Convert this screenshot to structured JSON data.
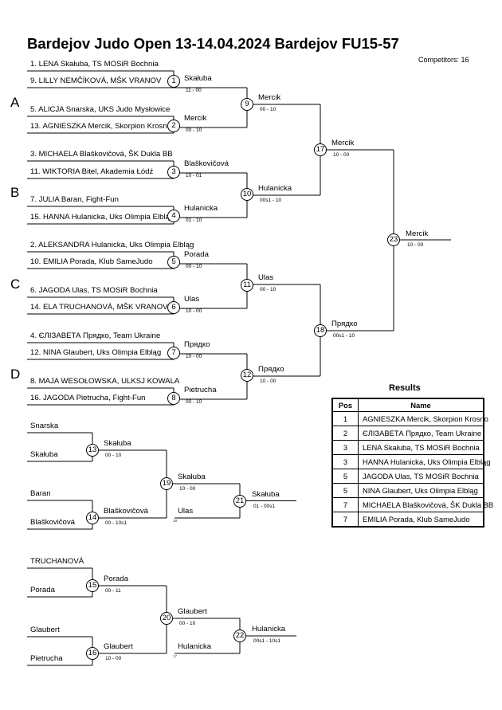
{
  "header": {
    "title": "Bardejov Judo Open  13-14.04.2024  Bardejov   FU15-57",
    "competitors": "Competitors: 16"
  },
  "pools": [
    "A",
    "B",
    "C",
    "D"
  ],
  "entrants": [
    "1. LENA Skałuba, TS MOSiR Bochnia",
    "9. LILLY NEMČÍKOVÁ, MŠK VRANOV",
    "5. ALICJA Snarska, UKS Judo Mysłowice",
    "13. AGNIESZKA Mercik, Skorpion Krosno",
    "3. MICHAELA Blaškovičová, ŠK Dukla BB",
    "11. WIKTORIA Bitel, Akademia Łódź",
    "7. JULIA Baran, Fight-Fun",
    "15. HANNA Hulanicka, Uks Olimpia Elbląg",
    "2. ALEKSANDRA Hulanicka, Uks Olimpia Elbląg",
    "10. EMILIA Porada, Klub SameJudo",
    "6. JAGODA Ulas, TS MOSiR Bochnia",
    "14. ELA TRUCHANOVÁ, MŠK VRANOV",
    "4. ЄЛІЗАВЕТА Прядко, Team Ukraine",
    "12. NINA Glaubert, Uks Olimpia Elbląg",
    "8. MAJA WESOŁOWSKA, ULKSJ KOWALA",
    "16. JAGODA Pietrucha, Fight-Fun"
  ],
  "matches": [
    {
      "no": "1",
      "winner": "Skałuba",
      "score": "11 - 00"
    },
    {
      "no": "2",
      "winner": "Mercik",
      "score": "00 - 10"
    },
    {
      "no": "3",
      "winner": "Blaškovičová",
      "score": "10 - 01"
    },
    {
      "no": "4",
      "winner": "Hulanicka",
      "score": "01 - 10"
    },
    {
      "no": "5",
      "winner": "Porada",
      "score": "00 - 10"
    },
    {
      "no": "6",
      "winner": "Ulas",
      "score": "10 - 00"
    },
    {
      "no": "7",
      "winner": "Прядко",
      "score": "10 - 00"
    },
    {
      "no": "8",
      "winner": "Pietrucha",
      "score": "00 - 10"
    },
    {
      "no": "9",
      "winner": "Mercik",
      "score": "00 - 10"
    },
    {
      "no": "10",
      "winner": "Hulanicka",
      "score": "00s1 - 10"
    },
    {
      "no": "11",
      "winner": "Ulas",
      "score": "00 - 10"
    },
    {
      "no": "12",
      "winner": "Прядко",
      "score": "10 - 00"
    },
    {
      "no": "17",
      "winner": "Mercik",
      "score": "10 - 00"
    },
    {
      "no": "18",
      "winner": "Прядко",
      "score": "00s1 - 10"
    },
    {
      "no": "23",
      "winner": "Mercik",
      "score": "10 - 00"
    }
  ],
  "repechage": {
    "entrants": [
      "Snarska",
      "Skałuba",
      "Baran",
      "Blaškovičová",
      "TRUCHANOVÁ",
      "Porada",
      "Glaubert",
      "Pietrucha"
    ],
    "seeded": [
      "Ulas",
      "Hulanicka"
    ],
    "seed_marks": [
      "18",
      "17"
    ],
    "matches": [
      {
        "no": "13",
        "winner": "Skałuba",
        "score": "00 - 10"
      },
      {
        "no": "14",
        "winner": "Blaškovičová",
        "score": "00 - 10s1"
      },
      {
        "no": "15",
        "winner": "Porada",
        "score": "00 - 11"
      },
      {
        "no": "16",
        "winner": "Glaubert",
        "score": "10 - 00"
      },
      {
        "no": "19",
        "winner": "Skałuba",
        "score": "10 - 00"
      },
      {
        "no": "20",
        "winner": "Glaubert",
        "score": "00 - 10"
      },
      {
        "no": "21",
        "winner": "Skałuba",
        "score": "01 - 00s1"
      },
      {
        "no": "22",
        "winner": "Hulanicka",
        "score": "00s1 - 10s1"
      }
    ]
  },
  "results": {
    "title": "Results",
    "headers": [
      "Pos",
      "Name"
    ],
    "rows": [
      {
        "pos": "1",
        "name": "AGNIESZKA Mercik, Skorpion Krosno"
      },
      {
        "pos": "2",
        "name": "ЄЛІЗАВЕТА Прядко, Team Ukraine"
      },
      {
        "pos": "3",
        "name": "LENA Skałuba, TS MOSiR Bochnia"
      },
      {
        "pos": "3",
        "name": "HANNA Hulanicka, Uks Olimpia Elbląg"
      },
      {
        "pos": "5",
        "name": "JAGODA Ulas, TS MOSiR Bochnia"
      },
      {
        "pos": "5",
        "name": "NINA Glaubert, Uks Olimpia Elbląg"
      },
      {
        "pos": "7",
        "name": "MICHAELA Blaškovičová, ŠK Dukla BB"
      },
      {
        "pos": "7",
        "name": "EMILIA Porada, Klub SameJudo"
      }
    ]
  }
}
